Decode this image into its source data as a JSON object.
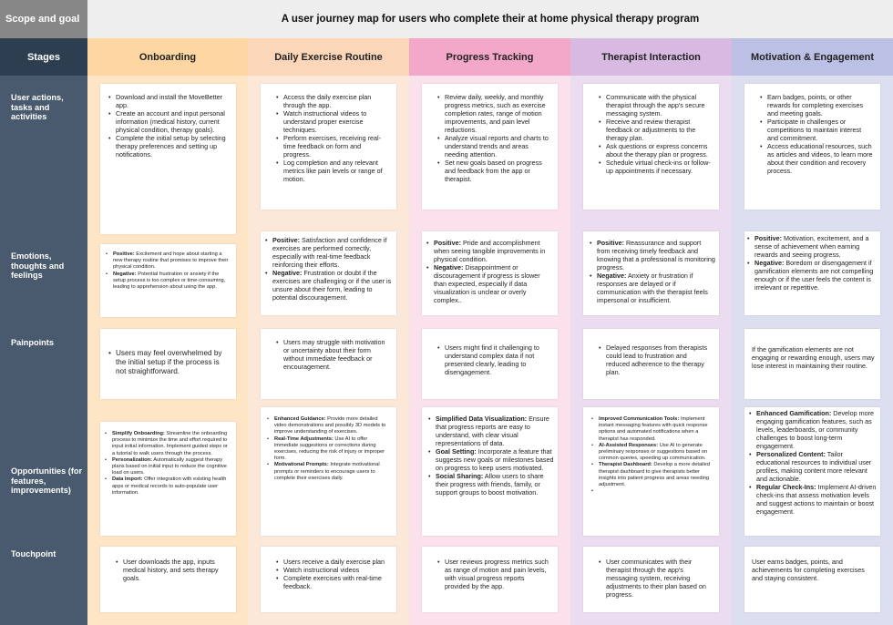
{
  "header": {
    "scope_label": "Scope and goal",
    "title": "A user journey map for users who complete their at home physical therapy program",
    "stages_label": "Stages"
  },
  "rows": [
    "User actions, tasks and activities",
    "Emotions, thoughts and feelings",
    "Painpoints",
    "Opportunities (for features, improvements)",
    "Touchpoint"
  ],
  "colors": {
    "scope_bg": "#878787",
    "stages_bg": "#2d3e50",
    "left_col": "#495a6e",
    "onboarding": "#fde5c5",
    "daily": "#fbe8d8",
    "progress": "#fbe1ec",
    "therapist": "#ebdcf0",
    "motivation": "#dcdff0"
  },
  "stages": [
    {
      "name": "Onboarding",
      "actions": [
        "Download and install the MoveBetter app.",
        "Create an account and input personal information (medical history, current physical condition, therapy goals).",
        "Complete the initial setup by selecting therapy preferences and setting up notifications."
      ],
      "emotions": [
        {
          "label": "Positive:",
          "text": " Excitement and hope about starting a new therapy routine that promises to improve their physical condition."
        },
        {
          "label": "Negative:",
          "text": " Potential frustration or anxiety if the setup process is too complex or time-consuming, leading to apprehension about using the app."
        }
      ],
      "painpoints": [
        "Users may feel overwhelmed by the initial setup if the process is not straightforward."
      ],
      "opportunities": [
        {
          "label": "Simplify Onboarding:",
          "text": " Streamline the onboarding process to minimize the time and effort required to input initial information. Implement guided steps or a tutorial to walk users through the process."
        },
        {
          "label": "Personalization:",
          "text": " Automatically suggest therapy plans based on initial input to reduce the cognitive load on users."
        },
        {
          "label": "Data Import:",
          "text": " Offer integration with existing health apps or medical records to auto-populate user information."
        }
      ],
      "touchpoint": [
        "User downloads the app, inputs medical history, and sets therapy goals."
      ]
    },
    {
      "name": "Daily Exercise Routine",
      "actions": [
        "Access the daily exercise plan through the app.",
        "Watch instructional videos to understand proper exercise techniques.",
        "Perform exercises, receiving real-time feedback on form and progress.",
        "Log completion and any relevant metrics like pain levels or range of motion."
      ],
      "emotions": [
        {
          "label": "Positive:",
          "text": " Satisfaction and confidence if exercises are performed correctly, especially with real-time feedback reinforcing their efforts."
        },
        {
          "label": "Negative:",
          "text": " Frustration or doubt if the exercises are challenging or if the user is unsure about their form, leading to potential discouragement."
        }
      ],
      "painpoints": [
        "Users may struggle with motivation or uncertainty about their form without immediate feedback or encouragement."
      ],
      "opportunities": [
        {
          "label": "Enhanced Guidance:",
          "text": " Provide more detailed video demonstrations and possibly 3D models to improve understanding of exercises."
        },
        {
          "label": "Real-Time Adjustments:",
          "text": " Use AI to offer immediate suggestions or corrections during exercises, reducing the risk of injury or improper form."
        },
        {
          "label": "Motivational Prompts:",
          "text": " Integrate motivational prompts or reminders to encourage users to complete their exercises daily."
        }
      ],
      "touchpoint": [
        "Users receive a daily exercise plan",
        "Watch instructional videos",
        "Complete exercises with real-time feedback."
      ]
    },
    {
      "name": "Progress Tracking",
      "actions": [
        "Review daily, weekly, and monthly progress metrics, such as exercise completion rates, range of motion improvements, and pain level reductions.",
        "Analyze visual reports and charts to understand trends and areas needing attention.",
        "Set new goals based on progress and feedback from the app or therapist."
      ],
      "emotions": [
        {
          "label": "Positive:",
          "text": " Pride and accomplishment when seeing tangible improvements in physical condition."
        },
        {
          "label": "Negative:",
          "text": " Disappointment or discouragement if progress is slower than expected, especially if data visualization is unclear or overly complex.."
        }
      ],
      "painpoints": [
        "Users might find it challenging to understand complex data if not presented clearly, leading to disengagement."
      ],
      "opportunities": [
        {
          "label": "Simplified Data Visualization:",
          "text": " Ensure that progress reports are easy to understand, with clear visual representations of data."
        },
        {
          "label": "Goal Setting:",
          "text": " Incorporate a feature that suggests new goals or milestones based on progress to keep users motivated."
        },
        {
          "label": "Social Sharing:",
          "text": " Allow users to share their progress with friends, family, or support groups to boost motivation."
        }
      ],
      "touchpoint": [
        "User reviews progress metrics such as range of motion and pain levels, with visual progress reports provided by the app."
      ]
    },
    {
      "name": "Therapist Interaction",
      "actions": [
        "Communicate with the physical therapist through the app's secure messaging system.",
        "Receive and review therapist feedback or adjustments to the therapy plan.",
        "Ask questions or express concerns about the therapy plan or progress.",
        "Schedule virtual check-ins or follow-up appointments if necessary."
      ],
      "emotions": [
        {
          "label": "Positive:",
          "text": " Reassurance and support from receiving timely feedback and knowing that a professional is monitoring progress."
        },
        {
          "label": "Negative:",
          "text": " Anxiety or frustration if responses are delayed or if communication with the therapist feels impersonal or insufficient."
        }
      ],
      "painpoints": [
        "Delayed responses from therapists could lead to frustration and reduced adherence to the therapy plan."
      ],
      "opportunities": [
        {
          "label": "Improved Communication Tools:",
          "text": " Implement instant messaging features with quick response options and automated notifications when a therapist has responded."
        },
        {
          "label": "AI-Assisted Responses:",
          "text": " Use AI to generate preliminary responses or suggestions based on common queries, speeding up communication."
        },
        {
          "label": "Therapist Dashboard:",
          "text": " Develop a more detailed therapist dashboard to give therapists better insights into patient progress and areas needing adjustment."
        },
        {
          "label": "",
          "text": ""
        }
      ],
      "touchpoint": [
        "User communicates with their therapist through the app's messaging system, receiving adjustments to their plan based on progress."
      ]
    },
    {
      "name": "Motivation & Engagement",
      "actions": [
        "Earn badges, points, or other rewards for completing exercises and meeting goals.",
        "Participate in challenges or competitions to maintain interest and commitment.",
        "Access educational resources, such as articles and videos, to learn more about their condition and recovery process."
      ],
      "emotions": [
        {
          "label": "Positive:",
          "text": " Motivation, excitement, and a sense of achievement when earning rewards and seeing progress."
        },
        {
          "label": "Negative:",
          "text": " Boredom or disengagement if gamification elements are not compelling enough or if the user feels the content is irrelevant or repetitive."
        }
      ],
      "painpoints": [
        "If the gamification elements are not engaging or rewarding enough, users may lose interest in maintaining their routine."
      ],
      "opportunities": [
        {
          "label": "Enhanced Gamification:",
          "text": " Develop more engaging gamification features, such as levels, leaderboards, or community challenges to boost long-term engagement."
        },
        {
          "label": "Personalized Content:",
          "text": " Tailor educational resources to individual user profiles, making content more relevant and actionable."
        },
        {
          "label": "Regular Check-Ins:",
          "text": " Implement AI-driven check-ins that assess motivation levels and suggest actions to maintain or boost engagement."
        }
      ],
      "touchpoint": [
        "User earns badges, points, and achievements for completing exercises and staying consistent."
      ]
    }
  ]
}
